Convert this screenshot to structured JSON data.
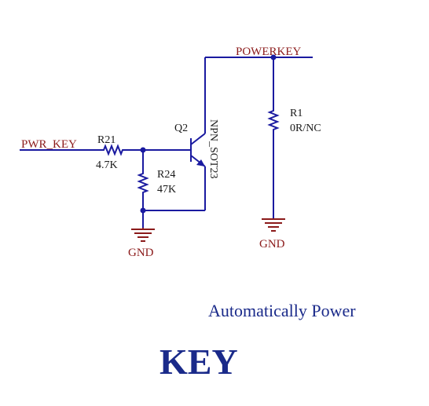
{
  "schematic": {
    "nets": {
      "powerkey": "POWERKEY",
      "pwr_key": "PWR_KEY"
    },
    "components": {
      "r21": {
        "ref": "R21",
        "value": "4.7K"
      },
      "r24": {
        "ref": "R24",
        "value": "47K"
      },
      "r1": {
        "ref": "R1",
        "value": "0R/NC"
      },
      "q2": {
        "ref": "Q2",
        "value": "NPN_SOT23"
      }
    },
    "gnd_label": "GND",
    "caption": "Automatically Power",
    "title": "KEY"
  },
  "colors": {
    "wire": "#1a1aa0",
    "net_label": "#8b1a1a",
    "caption": "#1a2a8a"
  }
}
